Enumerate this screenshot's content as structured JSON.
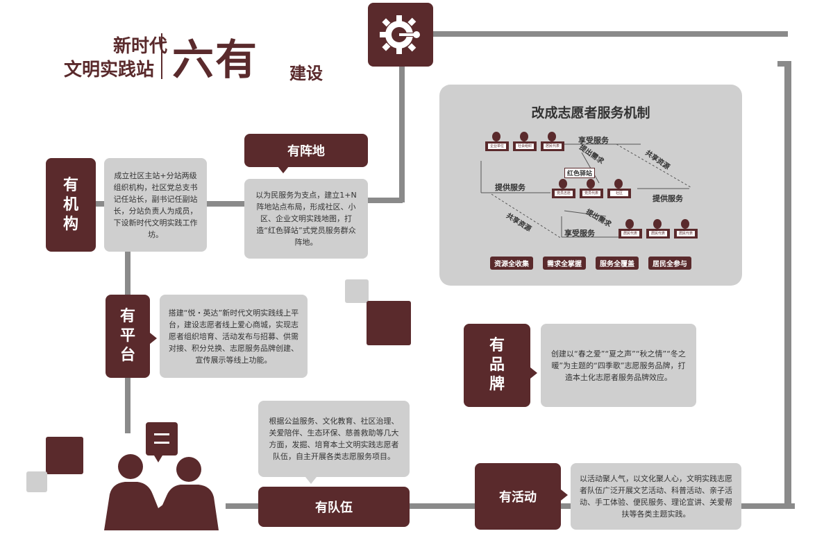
{
  "header": {
    "line1": "新时代",
    "line2": "文明实践站",
    "big": "六有",
    "suffix": "建设"
  },
  "organization": {
    "title_chars": [
      "有",
      "机",
      "构"
    ],
    "text": "成立社区主站+分站两级组织机构，社区党总支书记任站长，副书记任副站长，分站负责人为成员，下设新时代文明实践工作坊。"
  },
  "position": {
    "title": "有阵地",
    "text": "以为民服务为支点，建立1+N阵地站点布局，形成社区、小区、企业文明实践地图，打造“红色驿站”式党员服务群众阵地。"
  },
  "platform": {
    "title_chars": [
      "有",
      "平",
      "台"
    ],
    "text": "搭建“悦・英达”新时代文明实践线上平台，建设志愿者线上爱心商城，实现志愿者组织培育、活动发布与招募、供需对接、积分兑换、志愿服务品牌创建、宣传展示等线上功能。"
  },
  "brand": {
    "title_chars": [
      "有",
      "品",
      "牌"
    ],
    "text": "创建以“春之爱”“夏之声”“秋之情”“冬之暖”为主题的“四季歌”志愿服务品牌，打造本土化志愿者服务品牌效应。"
  },
  "team": {
    "title": "有队伍",
    "text": "根据公益服务、文化教育、社区治理、关爱陪伴、生态环保、慈善救助等几大方面，发掘、培育本土文明实践志愿者队伍，自主开展各类志愿服务项目。"
  },
  "activity": {
    "title": "有活动",
    "text": "以活动聚人气，以文化聚人心，文明实践志愿者队伍广泛开展文艺活动、科普活动、亲子活动、手工体验、便民服务、理论宣讲、关爱帮扶等各类主题实践。"
  },
  "mechanism": {
    "title": "改成志愿者服务机制",
    "labels": {
      "enjoy_top": "享受服务",
      "raise_top": "提出需求",
      "share_top": "共享资源",
      "provide_left": "提供服务",
      "provide_right": "提供服务",
      "raise_bottom": "提出需求",
      "enjoy_bottom": "享受服务",
      "share_bottom": "共享资源",
      "red_station": "红色驿站"
    },
    "top_desks": [
      "企业单位",
      "社会组织",
      "居民代表"
    ],
    "mid_desks": [
      "党员志愿",
      "党员代表",
      "社区"
    ],
    "bottom_desks": [
      "居民代表",
      "居民代表",
      "居民代表"
    ],
    "footer_tags": [
      "资源全收集",
      "需求全掌握",
      "服务全覆盖",
      "居民全参与"
    ]
  },
  "icons": {
    "gear": "gear-icon",
    "people": "people-icon",
    "chat": "chat-bubble-icon"
  },
  "colors": {
    "maroon": "#5a2a2c",
    "grey": "#cfcfcf",
    "line": "#8a8a8a"
  }
}
